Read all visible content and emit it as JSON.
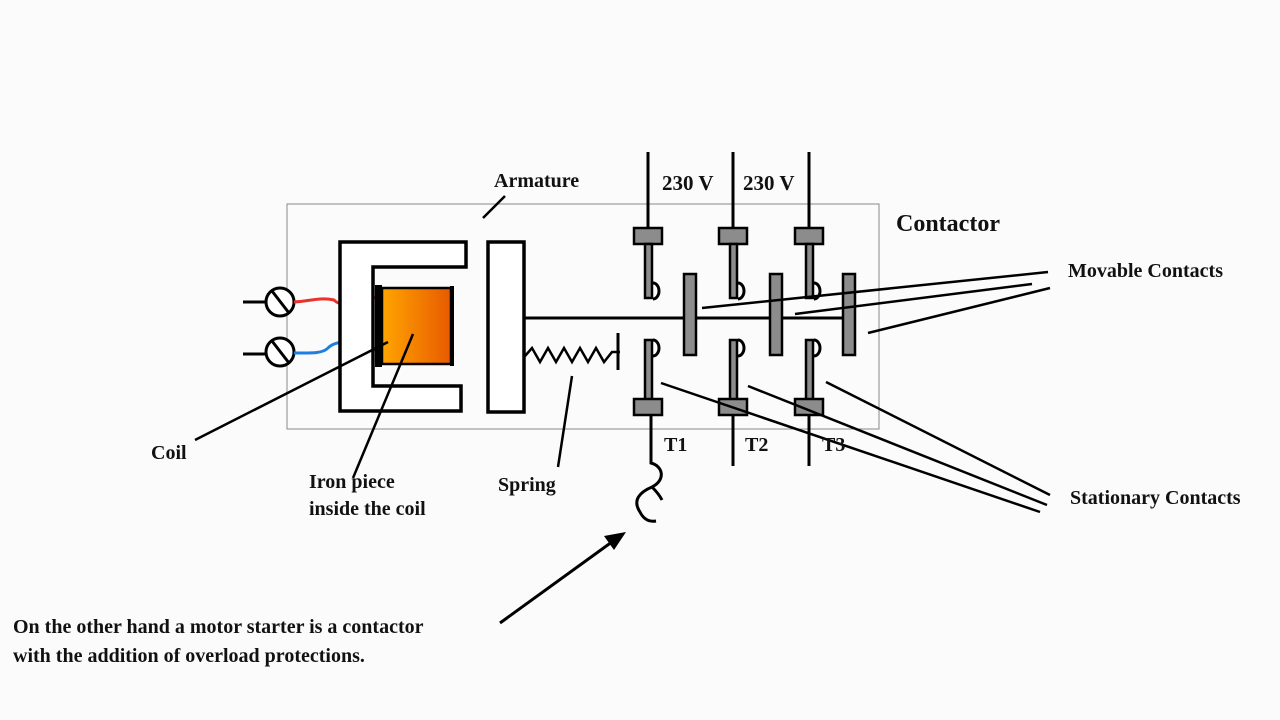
{
  "title": "Contactor",
  "labels": {
    "armature": "Armature",
    "supply_1": "230 V",
    "supply_2": "230 V",
    "movable_contacts": "Movable Contacts",
    "stationary_contacts": "Stationary Contacts",
    "coil": "Coil",
    "iron_piece_line1": "Iron piece",
    "iron_piece_line2": "inside the coil",
    "spring": "Spring",
    "t1": "T1",
    "t2": "T2",
    "t3": "T3"
  },
  "caption": {
    "line1": "On the other hand a motor starter is a contactor",
    "line2": "with the addition of overload protections."
  },
  "colors": {
    "coil_wire_top": "#e8322a",
    "coil_wire_bottom": "#1f7fe0",
    "coil_gradient_start": "#ffa500",
    "coil_gradient_end": "#e85a00",
    "contact_fill": "#8c8c8c",
    "stroke": "#000000"
  }
}
